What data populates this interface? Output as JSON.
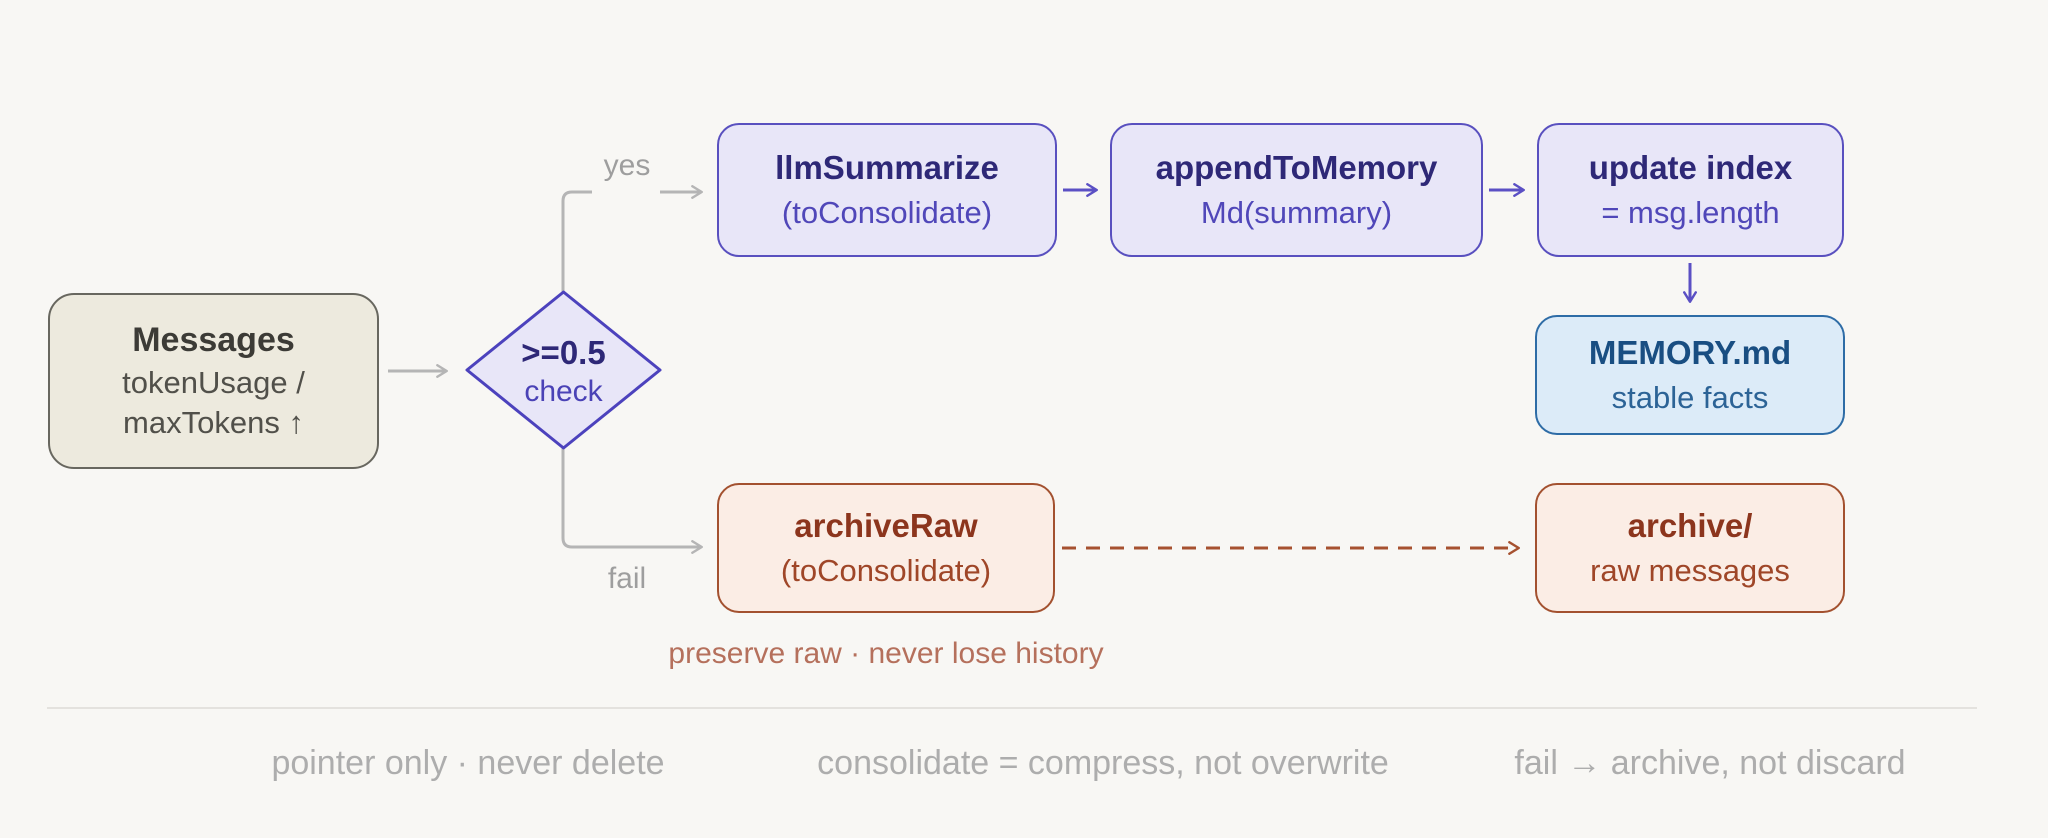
{
  "diagram": {
    "nodes": {
      "messages": {
        "title": "Messages",
        "sub1": "tokenUsage /",
        "sub2": "maxTokens ↑"
      },
      "decision": {
        "title": ">=0.5",
        "sub": "check"
      },
      "llm_summarize": {
        "title": "llmSummarize",
        "sub": "(toConsolidate)"
      },
      "append_to_memory": {
        "title": "appendToMemory",
        "sub": "Md(summary)"
      },
      "update_index": {
        "title": "update index",
        "sub": "= msg.length"
      },
      "memory_md": {
        "title": "MEMORY.md",
        "sub": "stable facts"
      },
      "archive_raw": {
        "title": "archiveRaw",
        "sub": "(toConsolidate)"
      },
      "archive_dir": {
        "title": "archive/",
        "sub": "raw messages"
      }
    },
    "edge_labels": {
      "yes": "yes",
      "fail": "fail"
    },
    "caption": "preserve raw · never lose history",
    "footer_notes": [
      "pointer only · never delete",
      "consolidate = compress, not overwrite",
      "fail → archive, not discard"
    ],
    "colors": {
      "background": "#f8f7f4",
      "neutral_node_fill": "#edeade",
      "neutral_node_border": "#68675f",
      "purple_fill": "#e8e6f8",
      "purple_border": "#5950bf",
      "purple_text": "#2e2877",
      "blue_fill": "#dcebf8",
      "blue_border": "#2e6ca6",
      "blue_text": "#194e82",
      "red_fill": "#fbede5",
      "red_border": "#a3512f",
      "red_text": "#8c351d",
      "gray_edge": "#b5b5b5",
      "purple_edge": "#5b50c4",
      "red_edge": "#a6512f",
      "edge_label_gray": "#9e9e9e",
      "caption_color": "#b5705c",
      "footer_text": "#adadad"
    }
  }
}
